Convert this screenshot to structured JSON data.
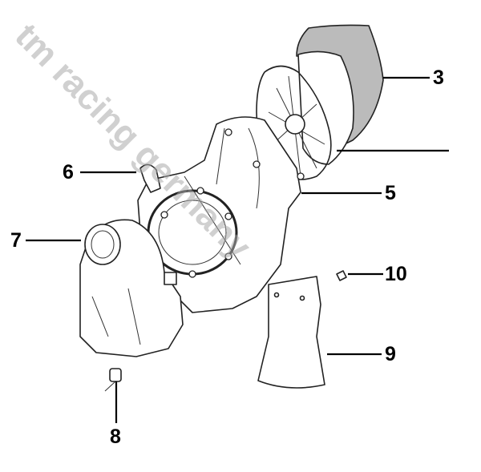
{
  "diagram": {
    "title": "Air filter box exploded view",
    "watermark": "tm racing germany",
    "callouts": [
      {
        "id": "3",
        "label": "3"
      },
      {
        "id": "5",
        "label": "5"
      },
      {
        "id": "6",
        "label": "6"
      },
      {
        "id": "7",
        "label": "7"
      },
      {
        "id": "8",
        "label": "8"
      },
      {
        "id": "9",
        "label": "9"
      },
      {
        "id": "10",
        "label": "10"
      }
    ]
  }
}
